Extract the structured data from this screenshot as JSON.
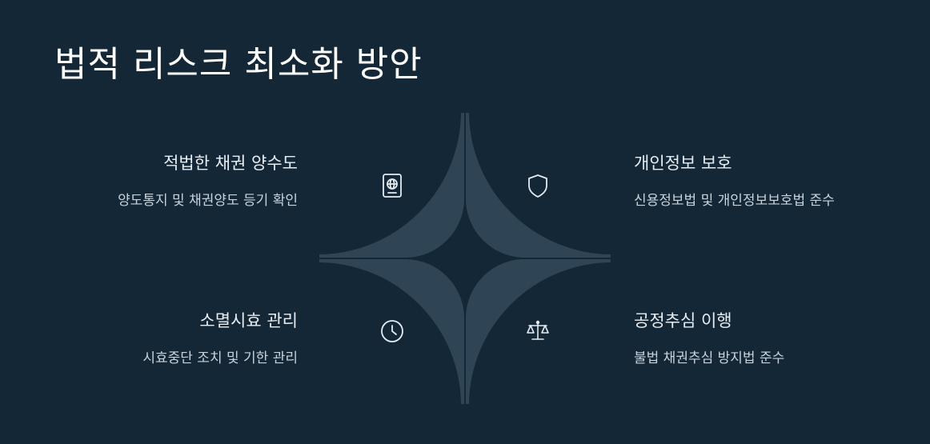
{
  "title": "법적 리스크 최소화 방안",
  "segment_color": "#2f4555",
  "icon_color": "#e6ecf1",
  "items": [
    {
      "heading": "적법한 채권 양수도",
      "description": "양도통지 및 채권양도 등기 확인",
      "icon": "passport-icon"
    },
    {
      "heading": "개인정보 보호",
      "description": "신용정보법 및 개인정보보호법 준수",
      "icon": "shield-icon"
    },
    {
      "heading": "소멸시효 관리",
      "description": "시효중단 조치 및 기한 관리",
      "icon": "clock-icon"
    },
    {
      "heading": "공정추심 이행",
      "description": "불법 채권추심 방지법 준수",
      "icon": "scales-icon"
    }
  ]
}
